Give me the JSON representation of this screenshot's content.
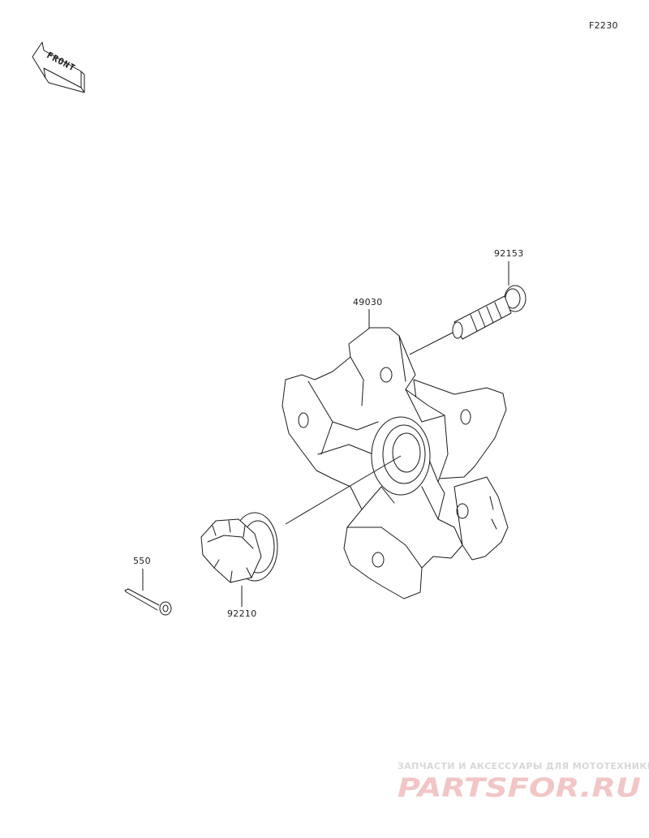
{
  "figure": {
    "code": "F2230"
  },
  "front_arrow": {
    "text": "FRONT"
  },
  "parts": [
    {
      "number": "92153"
    },
    {
      "number": "49030"
    },
    {
      "number": "550"
    },
    {
      "number": "92210"
    }
  ],
  "watermark": {
    "tagline": "ЗАПЧАСТИ И АКСЕССУАРЫ ДЛЯ МОТОТЕХНИКИ",
    "brand": "PARTSFOR.RU",
    "colors": {
      "tagline": "#d7d7d7",
      "brand": "#f2c6c6"
    }
  }
}
